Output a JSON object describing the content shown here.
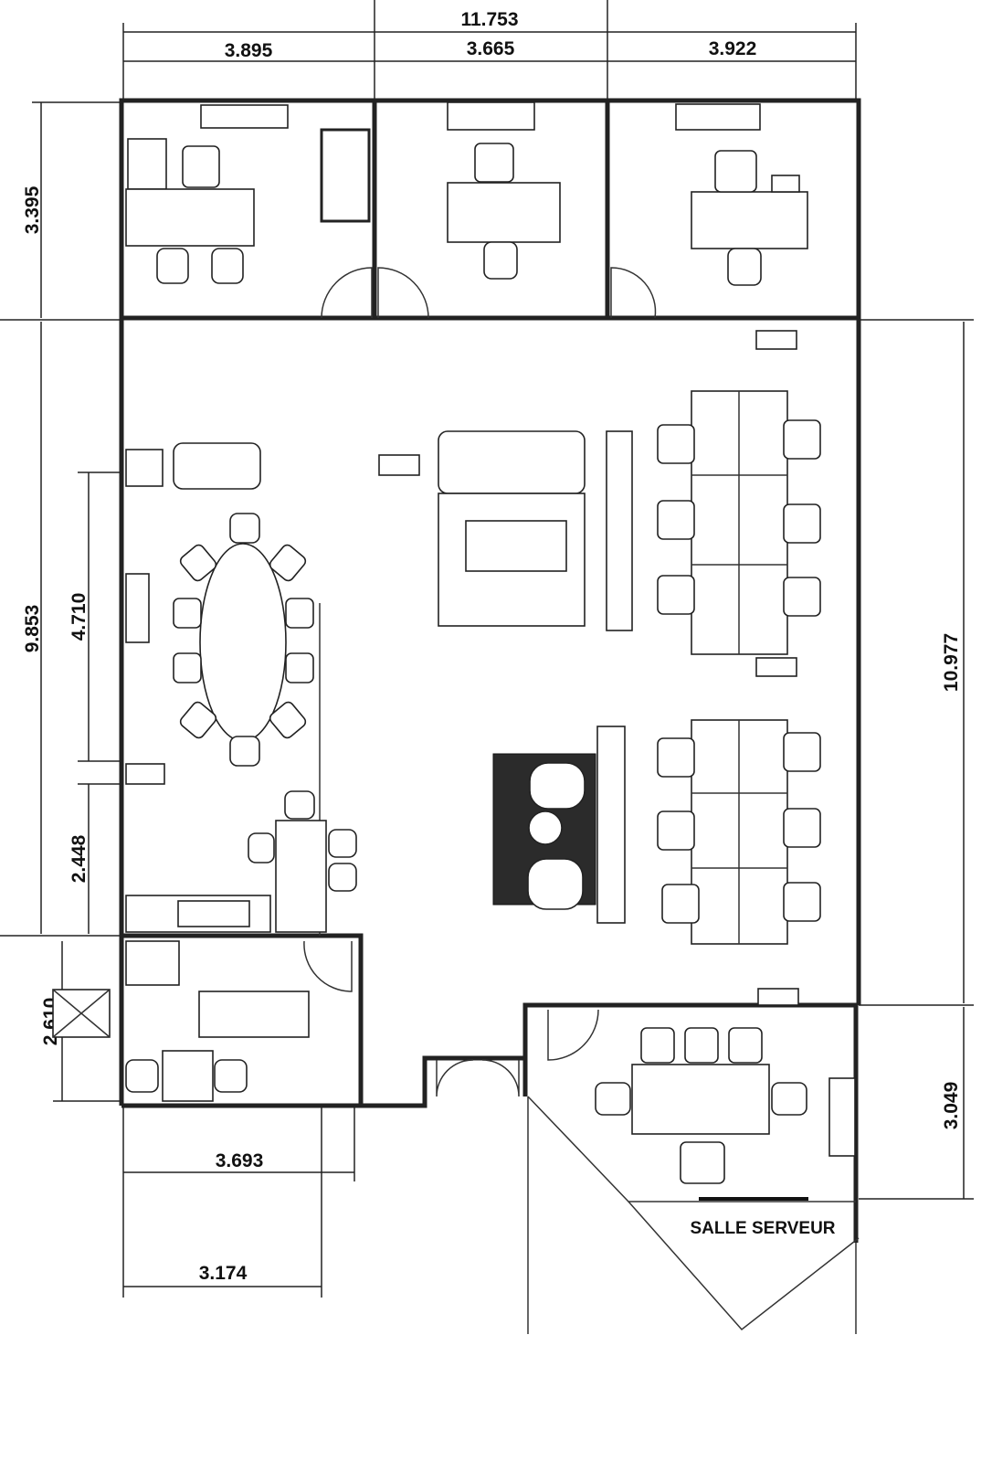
{
  "plan": {
    "dimensions": {
      "total_width": "11.753",
      "office1_width": "3.895",
      "office2_width": "3.665",
      "office3_width": "3.922",
      "offices_depth": "3.395",
      "left_main_depth": "9.853",
      "meeting_zone_depth": "4.710",
      "kitchen_zone_depth": "2.448",
      "wc_depth": "2.610",
      "right_main_depth": "10.977",
      "meeting_room_depth": "3.049",
      "kitchen_width": "3.693",
      "wc_width": "3.174"
    },
    "rooms": {
      "server_room": "SALLE SERVEUR"
    }
  }
}
